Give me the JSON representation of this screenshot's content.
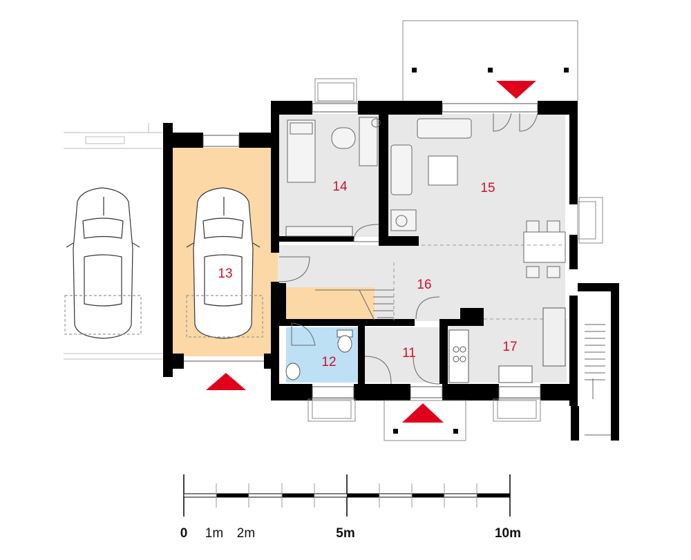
{
  "rooms": [
    {
      "number": "11"
    },
    {
      "number": "12"
    },
    {
      "number": "13"
    },
    {
      "number": "14"
    },
    {
      "number": "15"
    },
    {
      "number": "16"
    },
    {
      "number": "17"
    }
  ],
  "scale_bar": {
    "labels": [
      "0",
      "1m",
      "2m",
      "5m",
      "10m"
    ],
    "bold_labels": [
      "0",
      "5m",
      "10m"
    ]
  },
  "colors": {
    "wall": "#000000",
    "garage_floor": "#fbd8a6",
    "bathroom_floor": "#bde0f5",
    "living_floor": "#e8e8e8",
    "entrance_arrow": "#e0001b",
    "room_label": "#d0102a"
  },
  "entrance_arrows": 3
}
